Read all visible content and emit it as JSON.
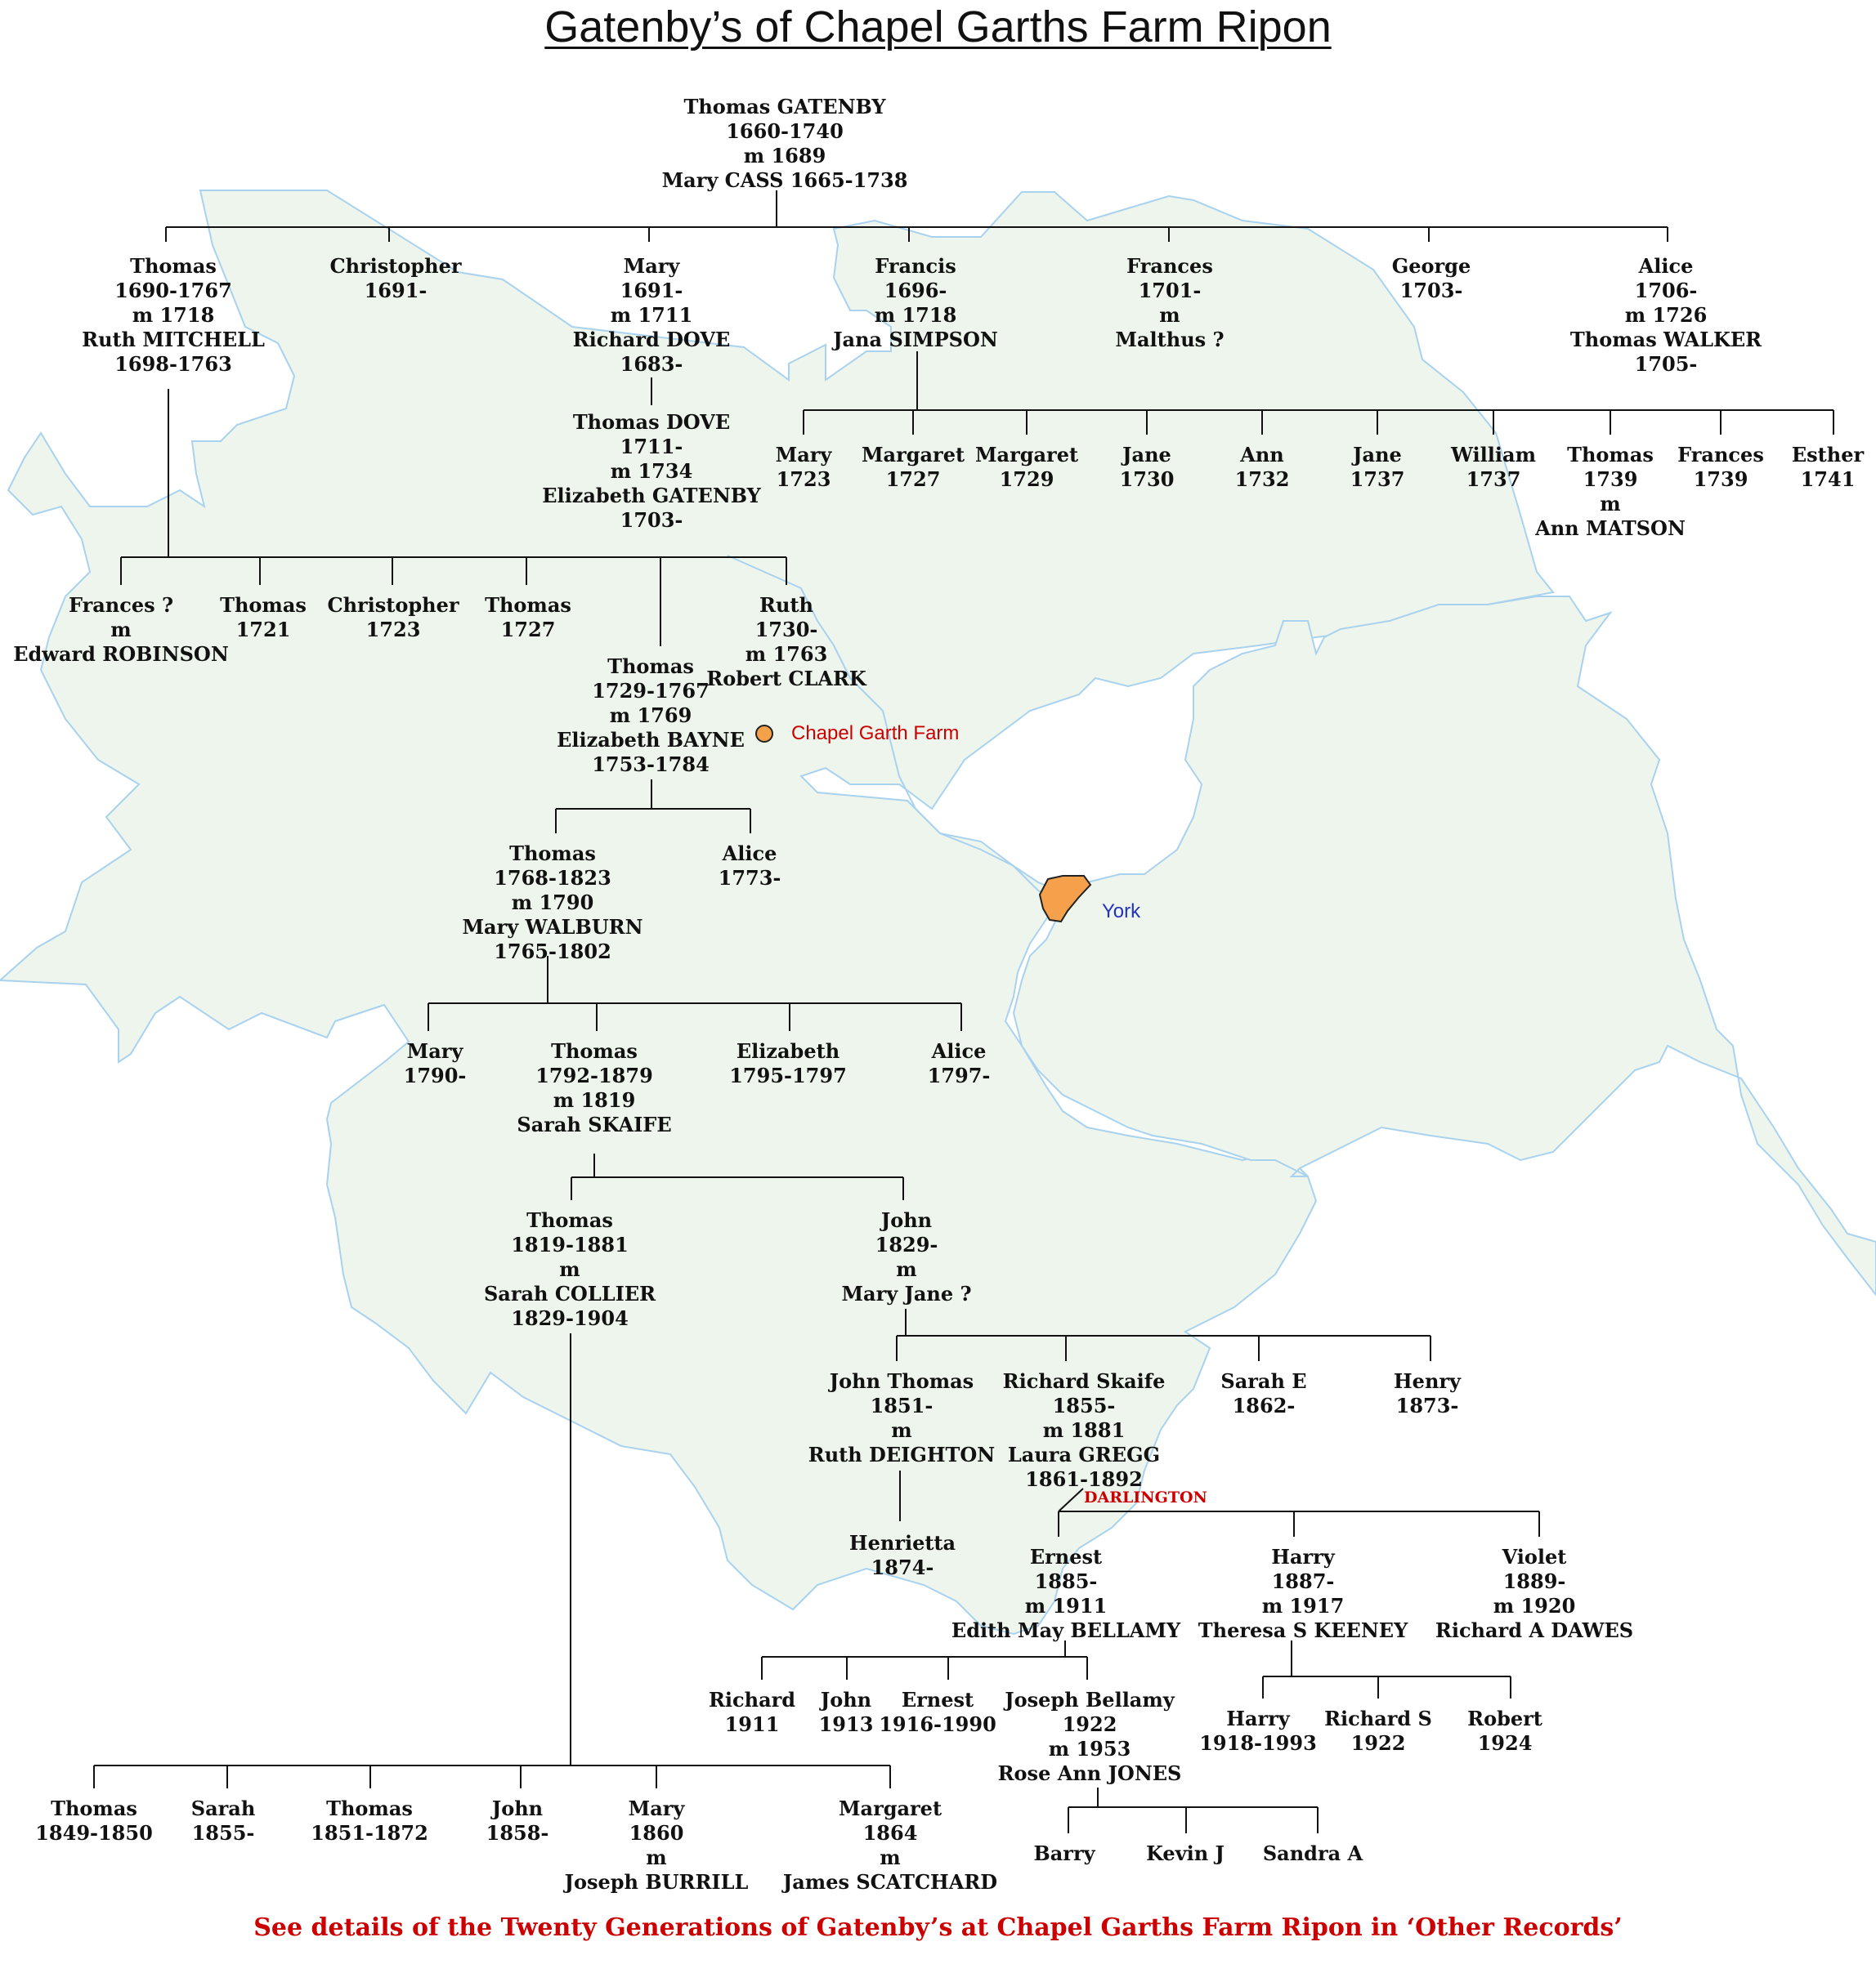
{
  "title": "Gatenby’s of Chapel Garths Farm Ripon",
  "footer_note": "See details of the Twenty Generations of Gatenby’s at Chapel Garths Farm Ripon in ‘Other Records’",
  "map": {
    "fill_color": "#eef5ec",
    "border_color": "#a8d2ee",
    "places": [
      {
        "id": "chapel-garth",
        "label": "Chapel Garth Farm",
        "label_color": "#cc0000",
        "marker_color": "#f5a04a"
      },
      {
        "id": "york",
        "label": "York",
        "label_color": "#2233bb",
        "marker_color": "#f5a04a"
      }
    ],
    "annotation": {
      "label": "DARLINGTON",
      "color": "#cc0000"
    }
  },
  "tree": {
    "thomas_1660": [
      "Thomas GATENBY",
      "1660-1740",
      "m 1689",
      "Mary CASS 1665-1738"
    ],
    "thomas_1690": [
      "Thomas",
      "1690-1767",
      "m 1718",
      "Ruth MITCHELL",
      "1698-1763"
    ],
    "christopher_1691": [
      "Christopher",
      "1691-"
    ],
    "mary_1691": [
      "Mary",
      "1691-",
      "m 1711",
      "Richard DOVE",
      "1683-"
    ],
    "francis_1696": [
      "Francis",
      "1696-",
      "m 1718",
      "Jana SIMPSON"
    ],
    "frances_1701": [
      "Frances",
      "1701-",
      "m",
      "Malthus ?"
    ],
    "george_1703": [
      "George",
      "1703-"
    ],
    "alice_1706": [
      "Alice",
      "1706-",
      "m 1726",
      "Thomas WALKER",
      "1705-"
    ],
    "thomas_dove": [
      "Thomas DOVE",
      "1711-",
      "m 1734",
      "Elizabeth GATENBY",
      "1703-"
    ],
    "mary_1723": [
      "Mary",
      "1723"
    ],
    "margaret_1727": [
      "Margaret",
      "1727"
    ],
    "margaret_1729": [
      "Margaret",
      "1729"
    ],
    "jane_1730": [
      "Jane",
      "1730"
    ],
    "ann_1732": [
      "Ann",
      "1732"
    ],
    "jane_1737": [
      "Jane",
      "1737"
    ],
    "william_1737": [
      "William",
      "1737"
    ],
    "thomas_1739": [
      "Thomas",
      "1739",
      "m",
      "Ann MATSON"
    ],
    "frances_1739": [
      "Frances",
      "1739"
    ],
    "esther_1741": [
      "Esther",
      "1741"
    ],
    "frances_robinson": [
      "Frances ?",
      "m",
      "Edward ROBINSON"
    ],
    "thomas_1721": [
      "Thomas",
      "1721"
    ],
    "christopher_1723": [
      "Christopher",
      "1723"
    ],
    "thomas_1727": [
      "Thomas",
      "1727"
    ],
    "ruth_1730": [
      "Ruth",
      "1730-",
      "m 1763",
      "Robert CLARK"
    ],
    "thomas_1729": [
      "Thomas",
      "1729-1767",
      "m 1769",
      "Elizabeth BAYNE",
      "1753-1784"
    ],
    "thomas_1768": [
      "Thomas",
      "1768-1823",
      "m 1790",
      "Mary WALBURN",
      "1765-1802"
    ],
    "alice_1773": [
      "Alice",
      "1773-"
    ],
    "mary_1790": [
      "Mary",
      "1790-"
    ],
    "thomas_1792": [
      "Thomas",
      "1792-1879",
      "m 1819",
      "Sarah SKAIFE"
    ],
    "elizabeth_1795": [
      "Elizabeth",
      "1795-1797"
    ],
    "alice_1797": [
      "Alice",
      "1797-"
    ],
    "thomas_1819": [
      "Thomas",
      "1819-1881",
      "m",
      "Sarah COLLIER",
      "1829-1904"
    ],
    "john_1829": [
      "John",
      "1829-",
      "m",
      "Mary Jane ?"
    ],
    "john_thomas_1851": [
      "John Thomas",
      "1851-",
      "m",
      "Ruth DEIGHTON"
    ],
    "richard_skaife_1855": [
      "Richard Skaife",
      "1855-",
      "m 1881",
      "Laura GREGG",
      "1861-1892"
    ],
    "sarah_e_1862": [
      "Sarah E",
      "1862-"
    ],
    "henry_1873": [
      "Henry",
      "1873-"
    ],
    "henrietta_1874": [
      "Henrietta",
      "1874-"
    ],
    "ernest_1885": [
      "Ernest",
      "1885-",
      "m 1911",
      "Edith May BELLAMY"
    ],
    "harry_1887": [
      "Harry",
      "1887-",
      "m 1917",
      "Theresa S KEENEY"
    ],
    "violet_1889": [
      "Violet",
      "1889-",
      "m 1920",
      "Richard A DAWES"
    ],
    "richard_1911": [
      "Richard",
      "1911"
    ],
    "john_1913": [
      "John",
      "1913"
    ],
    "ernest_1916": [
      "Ernest",
      "1916-1990"
    ],
    "joseph_bellamy_1922": [
      "Joseph Bellamy",
      "1922",
      "m 1953",
      "Rose Ann JONES"
    ],
    "harry_1918": [
      "Harry",
      "1918-1993"
    ],
    "richard_s_1922": [
      "Richard S",
      "1922"
    ],
    "robert_1924": [
      "Robert",
      "1924"
    ],
    "barry": [
      "Barry"
    ],
    "kevin_j": [
      "Kevin J"
    ],
    "sandra_a": [
      "Sandra A"
    ],
    "thomas_1849": [
      "Thomas",
      "1849-1850"
    ],
    "sarah_1855": [
      "Sarah",
      "1855-"
    ],
    "thomas_1851": [
      "Thomas",
      "1851-1872"
    ],
    "john_1858": [
      "John",
      "1858-"
    ],
    "mary_1860": [
      "Mary",
      "1860",
      "m",
      "Joseph BURRILL"
    ],
    "margaret_1864": [
      "Margaret",
      "1864",
      "m",
      "James SCATCHARD"
    ]
  }
}
